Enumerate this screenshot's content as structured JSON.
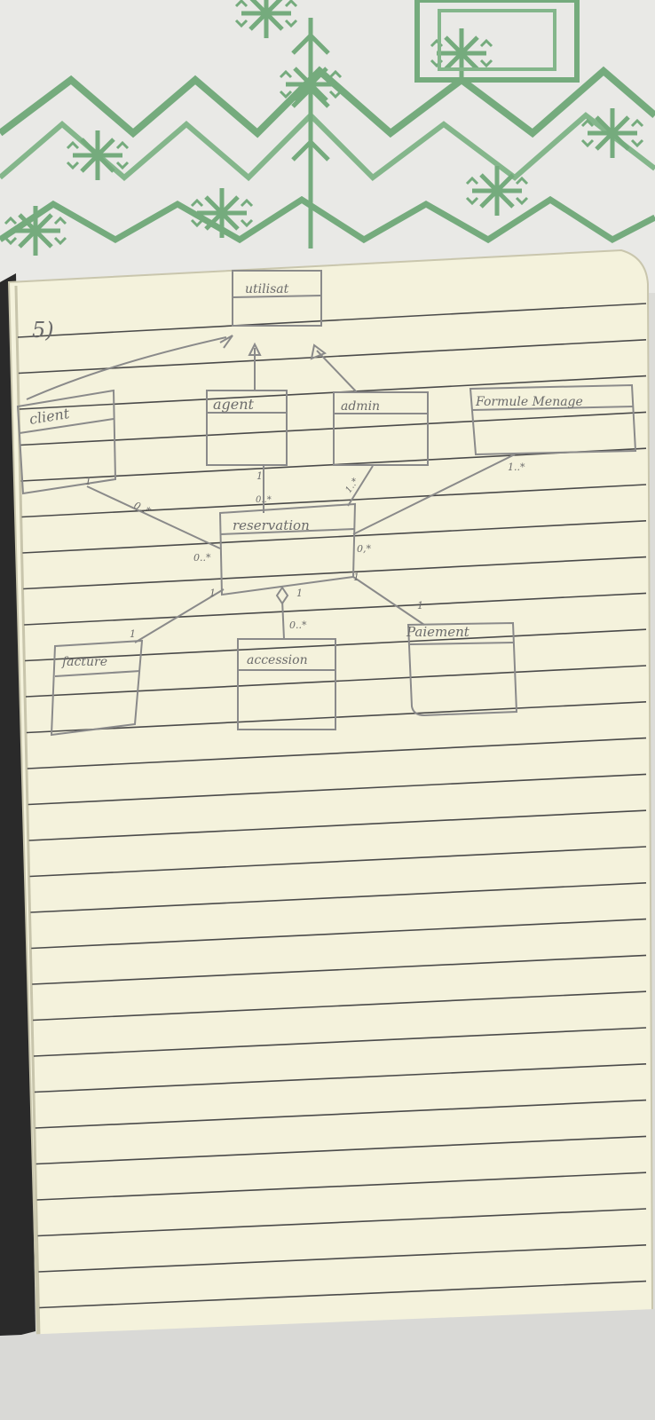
{
  "colors": {
    "cloth": "#e9e9e6",
    "embroidery": "#6fa878",
    "paper": "#f4f2dc",
    "rule_line": "#4a4a4a",
    "pencil": "#8a8a8a",
    "background_bottom": "#d9d9d6"
  },
  "diagram": {
    "question_number": "5)",
    "classes": {
      "utilisateur": "utilisat",
      "client": "client",
      "agent": "agent",
      "admin": "admin",
      "formule_menage": "Formule Menage",
      "reservation": "reservation",
      "facture": "facture",
      "accession": "accession",
      "paiement": "Paiement"
    },
    "multiplicities": {
      "client_end": "1",
      "client_role": "0..*",
      "client_res_end": "0..*",
      "agent_end": "1",
      "agent_res_end": "0..*",
      "admin_res_end": "1..*",
      "formule_end": "1..*",
      "formule_res_end": "0,*",
      "facture_end": "1",
      "facture_res_end": "1",
      "accession_res_end": "1",
      "accession_end": "0..*",
      "paiement_end": "1",
      "paiement_res_end": "1"
    }
  }
}
